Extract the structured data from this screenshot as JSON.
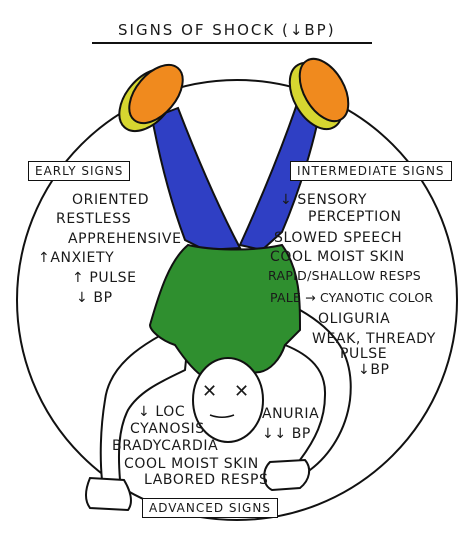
{
  "title": "SIGNS OF SHOCK (↓BP)",
  "sections": {
    "early": {
      "label": "EARLY SIGNS",
      "items": [
        "ORIENTED",
        "RESTLESS",
        "APPREHENSIVE",
        "↑ANXIETY",
        "↑ PULSE",
        "↓ BP"
      ]
    },
    "intermediate": {
      "label": "INTERMEDIATE SIGNS",
      "items": [
        "↓ SENSORY",
        "PERCEPTION",
        "SLOWED SPEECH",
        "COOL MOIST SKIN",
        "RAPID/SHALLOW RESPS",
        "PALE → CYANOTIC COLOR",
        "OLIGURIA",
        "WEAK, THREADY",
        "PULSE",
        "↓BP"
      ]
    },
    "advanced": {
      "label": "ADVANCED SIGNS",
      "items_left": [
        "↓ LOC",
        "CYANOSIS",
        "BRADYCARDIA",
        "COOL MOIST SKIN",
        "LABORED RESPS"
      ],
      "items_right": [
        "ANURIA",
        "↓↓ BP"
      ]
    }
  },
  "face": {
    "eye_left": "✕",
    "eye_right": "✕"
  },
  "colors": {
    "pants": "#2f3fc4",
    "shirt": "#2f8f2f",
    "shoes": "#f08a1e",
    "shoe_sole": "#d6d630",
    "outline": "#111111"
  }
}
